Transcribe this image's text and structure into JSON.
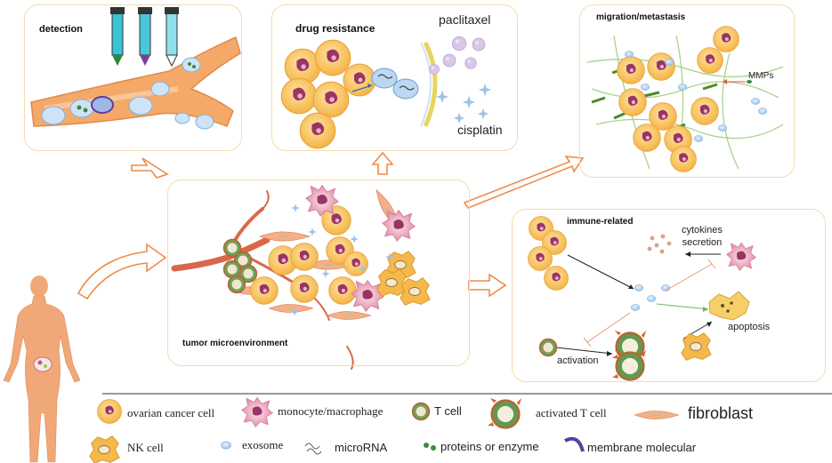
{
  "panels": {
    "detection": {
      "title": "detection"
    },
    "drug_resistance": {
      "title": "drug resistance",
      "paclitaxel": "paclitaxel",
      "cisplatin": "cisplatin"
    },
    "migration": {
      "title": "migration/metastasis",
      "mmps": "MMPs"
    },
    "tumor": {
      "title": "tumor microenvironment"
    },
    "immune": {
      "title": "immune-related",
      "cytokines": "cytokines\nsecretion",
      "apoptosis": "apoptosis",
      "activation": "activation"
    }
  },
  "legend": {
    "ovarian_cancer_cell": "ovarian cancer cell",
    "monocyte_macrophage": "monocyte/macrophage",
    "t_cell": "T cell",
    "activated_t_cell": "activated T cell",
    "fibroblast": "fibroblast",
    "nk_cell": "NK cell",
    "exosome": "exosome",
    "microrna": "microRNA",
    "proteins": "proteins or enzyme",
    "membrane": "membrane molecular"
  },
  "colors": {
    "cancer_cell": "#f9c25b",
    "nucleus": "#9a3466",
    "exosome": "#a9cdee",
    "vessel": "#f0a060",
    "arrow": "#ef8a4a",
    "panel_border": "#f3dcae"
  }
}
